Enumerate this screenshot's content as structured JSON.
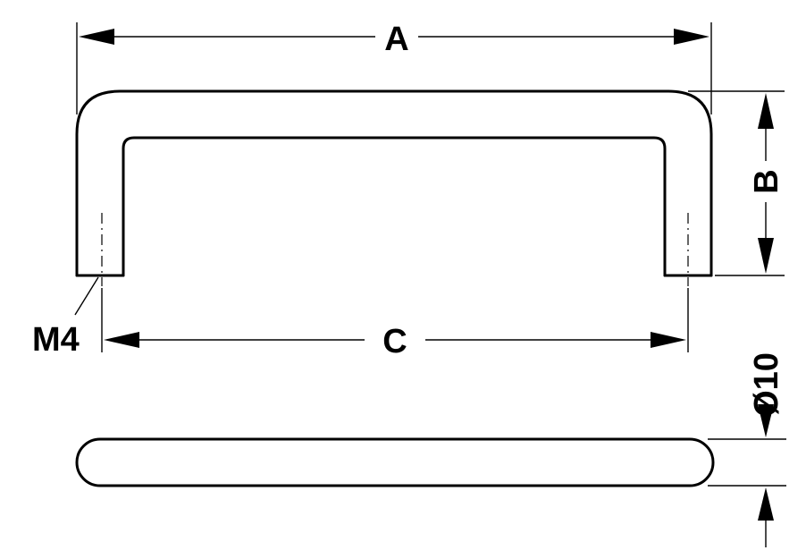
{
  "labels": {
    "a": "A",
    "b": "B",
    "c": "C",
    "thread": "M4",
    "diameter": "Ø10"
  },
  "colors": {
    "line": "#000000",
    "background": "#ffffff"
  }
}
